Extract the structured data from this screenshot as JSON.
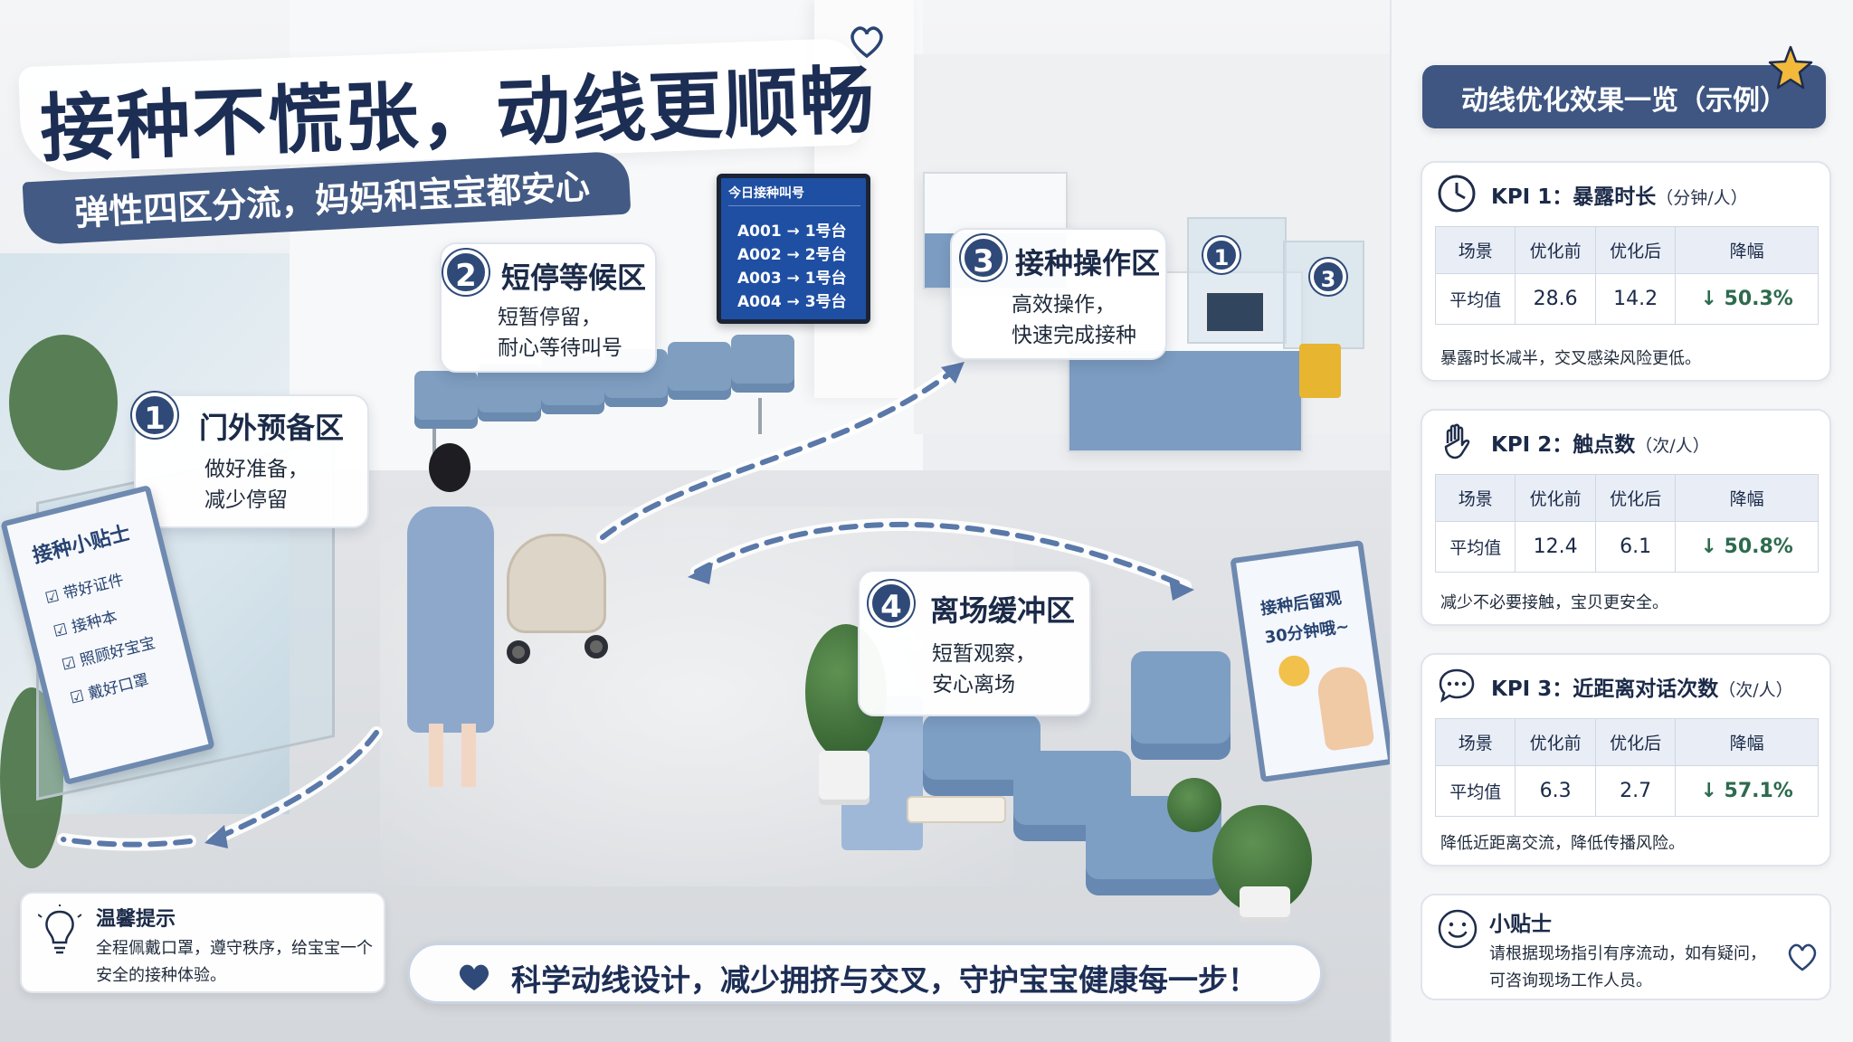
{
  "title": "接种不慌张，动线更顺畅",
  "subtitle": "弹性四区分流，妈妈和宝宝都安心",
  "call_board": {
    "title": "今日接种叫号",
    "rows": [
      "A001 → 1号台",
      "A002 → 2号台",
      "A003 → 1号台",
      "A004 → 3号台"
    ]
  },
  "zones": [
    {
      "num": "1",
      "name": "门外预备区",
      "desc1": "做好准备，",
      "desc2": "减少停留"
    },
    {
      "num": "2",
      "name": "短停等候区",
      "desc1": "短暂停留，",
      "desc2": "耐心等待叫号"
    },
    {
      "num": "3",
      "name": "接种操作区",
      "desc1": "高效操作，",
      "desc2": "快速完成接种"
    },
    {
      "num": "4",
      "name": "离场缓冲区",
      "desc1": "短暂观察，",
      "desc2": "安心离场"
    }
  ],
  "tips_stand": {
    "title": "接种小贴士",
    "items": [
      "带好证件",
      "接种本",
      "照顾好宝宝",
      "戴好口罩"
    ]
  },
  "poster": {
    "line1": "接种后留观",
    "line2": "30分钟哦~"
  },
  "counter_markers": [
    "1",
    "3"
  ],
  "warm_tip": {
    "title": "温馨提示",
    "text": "全程佩戴口罩，遵守秩序，给宝宝一个安全的接种体验。"
  },
  "banner": "科学动线设计，减少拥挤与交叉，守护宝宝健康每一步！",
  "panel": {
    "header": "动线优化效果一览（示例）",
    "columns": [
      "场景",
      "优化前",
      "优化后",
      "降幅"
    ],
    "kpis": [
      {
        "icon": "clock-icon",
        "title": "KPI 1：暴露时长",
        "unit": "（分钟/人）",
        "row_label": "平均值",
        "before": "28.6",
        "after": "14.2",
        "drop": "↓ 50.3%",
        "note": "暴露时长减半，交叉感染风险更低。"
      },
      {
        "icon": "hand-icon",
        "title": "KPI 2：触点数",
        "unit": "（次/人）",
        "row_label": "平均值",
        "before": "12.4",
        "after": "6.1",
        "drop": "↓ 50.8%",
        "note": "减少不必要接触，宝贝更安全。"
      },
      {
        "icon": "chat-icon",
        "title": "KPI 3：近距离对话次数",
        "unit": "（次/人）",
        "row_label": "平均值",
        "before": "6.3",
        "after": "2.7",
        "drop": "↓ 57.1%",
        "note": "降低近距离交流，降低传播风险。"
      }
    ],
    "tip": {
      "title": "小贴士",
      "text": "请根据现场指引有序流动，如有疑问，可咨询现场工作人员。"
    }
  },
  "colors": {
    "navy": "#2f4a78",
    "panel_header": "#3f5683",
    "drop_green": "#2e6b4e",
    "star": "#f2b93b"
  }
}
